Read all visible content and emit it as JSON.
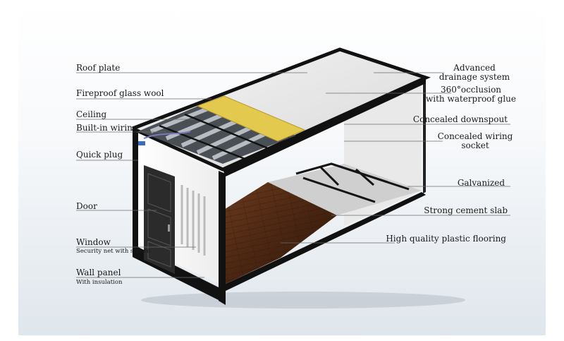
{
  "left_labels": [
    {
      "id": "roof",
      "text": "Roof plate"
    },
    {
      "id": "glasswool",
      "text": "Fireproof glass wool"
    },
    {
      "id": "ceiling",
      "text": "Ceiling"
    },
    {
      "id": "wiring",
      "text": "Built-in wiring"
    },
    {
      "id": "plug",
      "text": "Quick plug"
    },
    {
      "id": "door",
      "text": "Door"
    },
    {
      "id": "window",
      "text": "Window",
      "sub": "Security net with screen"
    },
    {
      "id": "wallpanel",
      "text": "Wall panel",
      "sub": "With insulation"
    }
  ],
  "right_labels": [
    {
      "id": "drainage",
      "lines": [
        "Advanced",
        "drainage system"
      ]
    },
    {
      "id": "occlusion",
      "lines": [
        "360°occlusion",
        "with waterproof glue"
      ]
    },
    {
      "id": "downspout",
      "lines": [
        "Concealed downspout"
      ]
    },
    {
      "id": "socket",
      "lines": [
        "Concealed wiring",
        "socket"
      ]
    },
    {
      "id": "galvanized",
      "lines": [
        "Galvanized"
      ]
    },
    {
      "id": "cementslab",
      "lines": [
        "Strong cement slab"
      ]
    },
    {
      "id": "flooring",
      "lines": [
        "High quality plastic flooring"
      ]
    }
  ]
}
